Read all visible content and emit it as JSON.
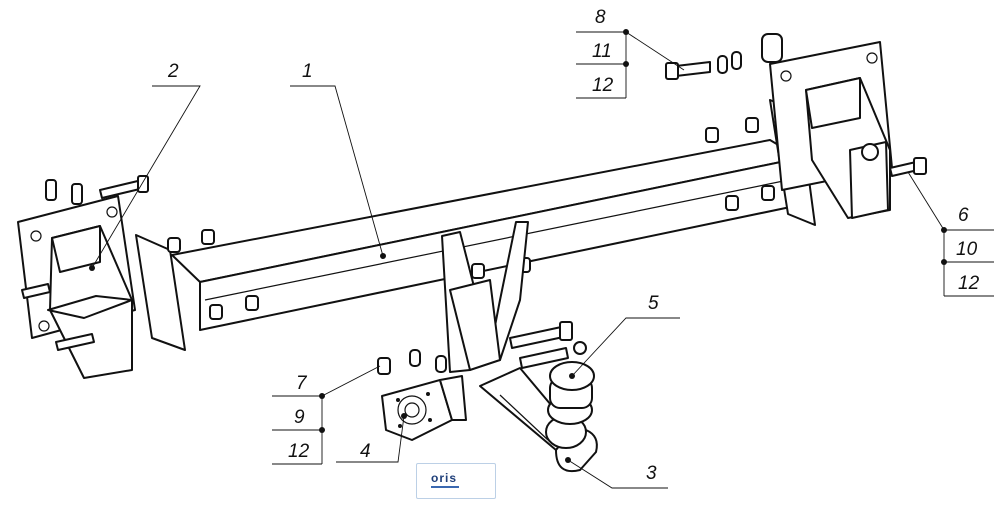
{
  "callouts": {
    "main_beam": "1",
    "left_bracket": "2",
    "ball_arm": "3",
    "socket_plate": "4",
    "tow_ball": "5",
    "right_bolt_group": [
      "6",
      "10",
      "12"
    ],
    "left_bolt_group": [
      "7",
      "9",
      "12"
    ],
    "top_bolt_group": [
      "8",
      "11",
      "12"
    ]
  },
  "logo": {
    "text": "oris"
  }
}
